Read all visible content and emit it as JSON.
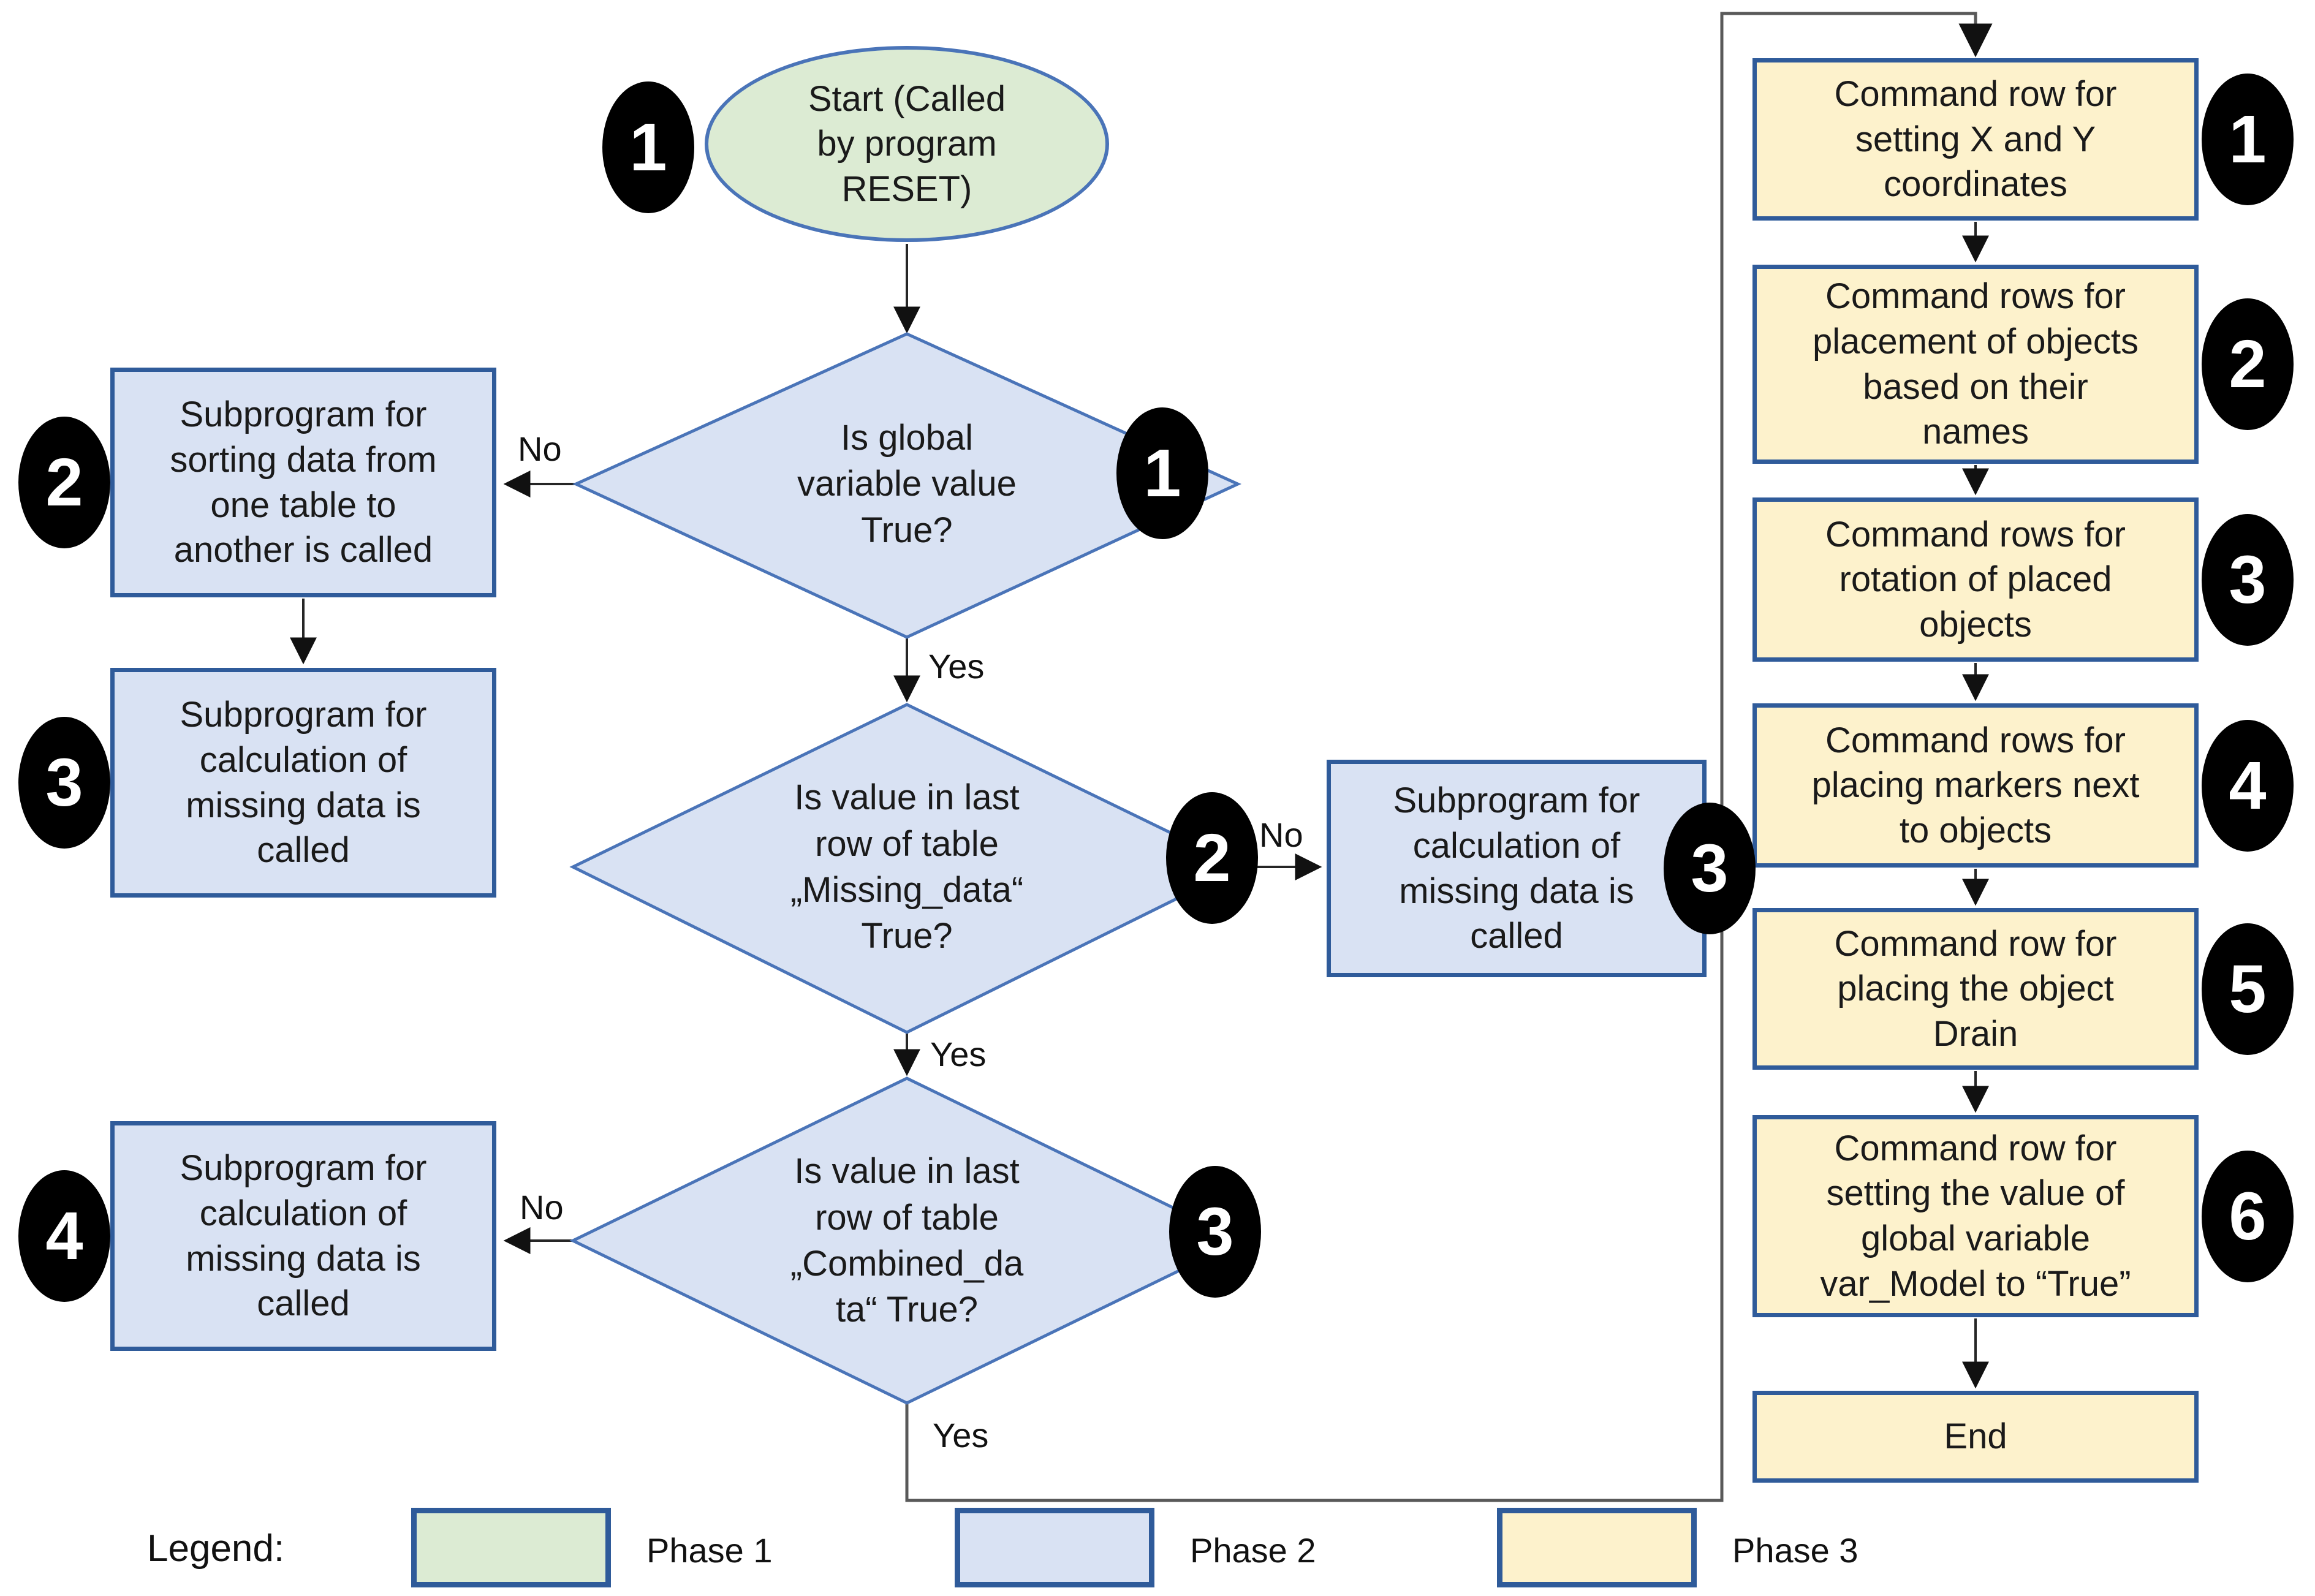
{
  "colors": {
    "phase1_fill": "#dcebd3",
    "phase2_fill": "#d9e2f3",
    "phase3_fill": "#fdf2cc",
    "shape_border_blue": "#2f5b9a",
    "ellipse_border_blue": "#4a74b8",
    "connector_gray": "#595959",
    "connector_dark": "#262626",
    "badge_black": "#000000"
  },
  "nodes": {
    "start": {
      "text": "Start (Called\nby program\nRESET)",
      "badge": "1"
    },
    "d1": {
      "text": "Is global\nvariable value\nTrue?",
      "badge": "1"
    },
    "d2": {
      "text": "Is value in last\nrow of table\n„Missing_data“\nTrue?",
      "badge": "2"
    },
    "d3": {
      "text": "Is value in last\nrow of table\n„Combined_da\nta“ True?",
      "badge": "3"
    },
    "l1": {
      "text": "Subprogram for\nsorting data from\none table to\nanother is called",
      "badge": "2"
    },
    "l2": {
      "text": "Subprogram for\ncalculation of\nmissing data is\ncalled",
      "badge": "3"
    },
    "l3": {
      "text": "Subprogram for\ncalculation of\nmissing data is\ncalled",
      "badge": "4"
    },
    "m1": {
      "text": "Subprogram for\ncalculation of\nmissing data is\ncalled",
      "badge": "3"
    },
    "r1": {
      "text": "Command row for\nsetting X and Y\ncoordinates",
      "badge": "1"
    },
    "r2": {
      "text": "Command rows for\nplacement of objects\nbased on their\nnames",
      "badge": "2"
    },
    "r3": {
      "text": "Command rows for\nrotation of placed\nobjects",
      "badge": "3"
    },
    "r4": {
      "text": "Command rows for\nplacing markers next\nto objects",
      "badge": "4"
    },
    "r5": {
      "text": "Command row for\nplacing the object\nDrain",
      "badge": "5"
    },
    "r6": {
      "text": "Command row for\nsetting the value of\nglobal variable\nvar_Model to “True”",
      "badge": "6"
    },
    "end": {
      "text": "End"
    }
  },
  "edge_labels": {
    "no1": "No",
    "no2": "No",
    "no3": "No",
    "yes1": "Yes",
    "yes2": "Yes",
    "yes3": "Yes"
  },
  "legend": {
    "title": "Legend:",
    "items": [
      {
        "label": "Phase 1",
        "color": "#dcebd3"
      },
      {
        "label": "Phase 2",
        "color": "#d9e2f3"
      },
      {
        "label": "Phase 3",
        "color": "#fdf2cc"
      }
    ]
  }
}
